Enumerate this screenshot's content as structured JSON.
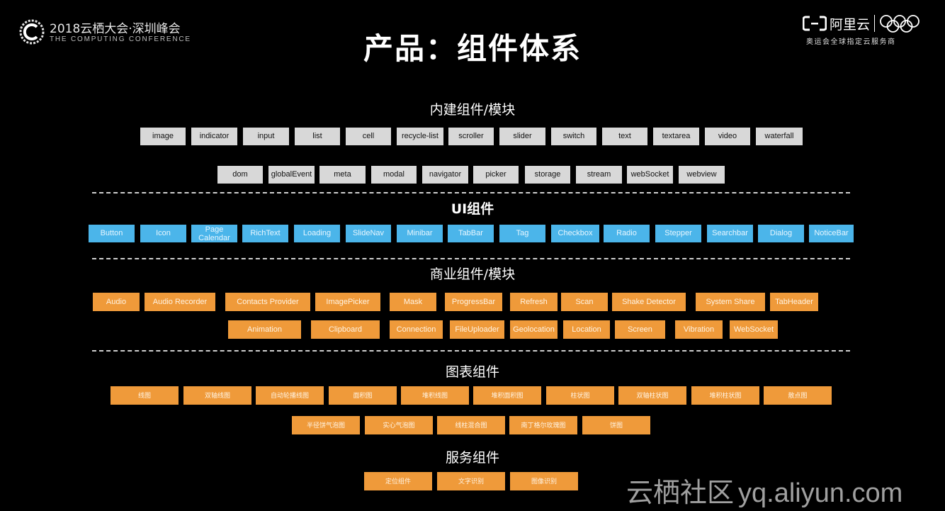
{
  "header": {
    "conference_title": "2018云栖大会·深圳峰会",
    "conference_subtitle": "THE COMPUTING CONFERENCE",
    "page_title": "产品：组件体系",
    "brand_name": "阿里云",
    "brand_tagline": "奥运会全球指定云服务商"
  },
  "sections": {
    "builtin": {
      "title": "内建组件/模块",
      "row1": [
        "image",
        "indicator",
        "input",
        "list",
        "cell",
        "recycle-list",
        "scroller",
        "slider",
        "switch",
        "text",
        "textarea",
        "video",
        "waterfall"
      ],
      "row2": [
        "dom",
        "globalEvent",
        "meta",
        "modal",
        "navigator",
        "picker",
        "storage",
        "stream",
        "webSocket",
        "webview"
      ]
    },
    "ui": {
      "title": "UI组件",
      "items": [
        "Button",
        "Icon",
        "Page Calendar",
        "RichText",
        "Loading",
        "SlideNav",
        "Minibar",
        "TabBar",
        "Tag",
        "Checkbox",
        "Radio",
        "Stepper",
        "Searchbar",
        "Dialog",
        "NoticeBar"
      ]
    },
    "business": {
      "title": "商业组件/模块",
      "row1": [
        "Audio",
        "Audio Recorder",
        "Contacts Provider",
        "ImagePicker",
        "Mask",
        "ProgressBar",
        "Refresh",
        "Scan",
        "Shake Detector",
        "System Share",
        "TabHeader"
      ],
      "row2": [
        "Animation",
        "Clipboard",
        "Connection",
        "FileUploader",
        "Geolocation",
        "Location",
        "Screen",
        "Vibration",
        "WebSocket"
      ]
    },
    "charts": {
      "title": "图表组件",
      "row1": [
        "线图",
        "双轴线图",
        "自动轮播线图",
        "面积图",
        "堆积线图",
        "堆积面积图",
        "柱状图",
        "双轴柱状图",
        "堆积柱状图",
        "散点图"
      ],
      "row2": [
        "半径饼气泡图",
        "实心气泡图",
        "线柱混合图",
        "南丁格尔玫瑰图",
        "饼图"
      ]
    },
    "services": {
      "title": "服务组件",
      "items": [
        "定位组件",
        "文字识别",
        "图像识别"
      ]
    }
  },
  "watermark": {
    "name": "云栖社区",
    "url": "yq.aliyun.com"
  },
  "colors": {
    "background": "#000000",
    "builtin_tag": "#d8d8d8",
    "ui_tag": "#4bb5ea",
    "business_tag": "#ef9a3a"
  }
}
